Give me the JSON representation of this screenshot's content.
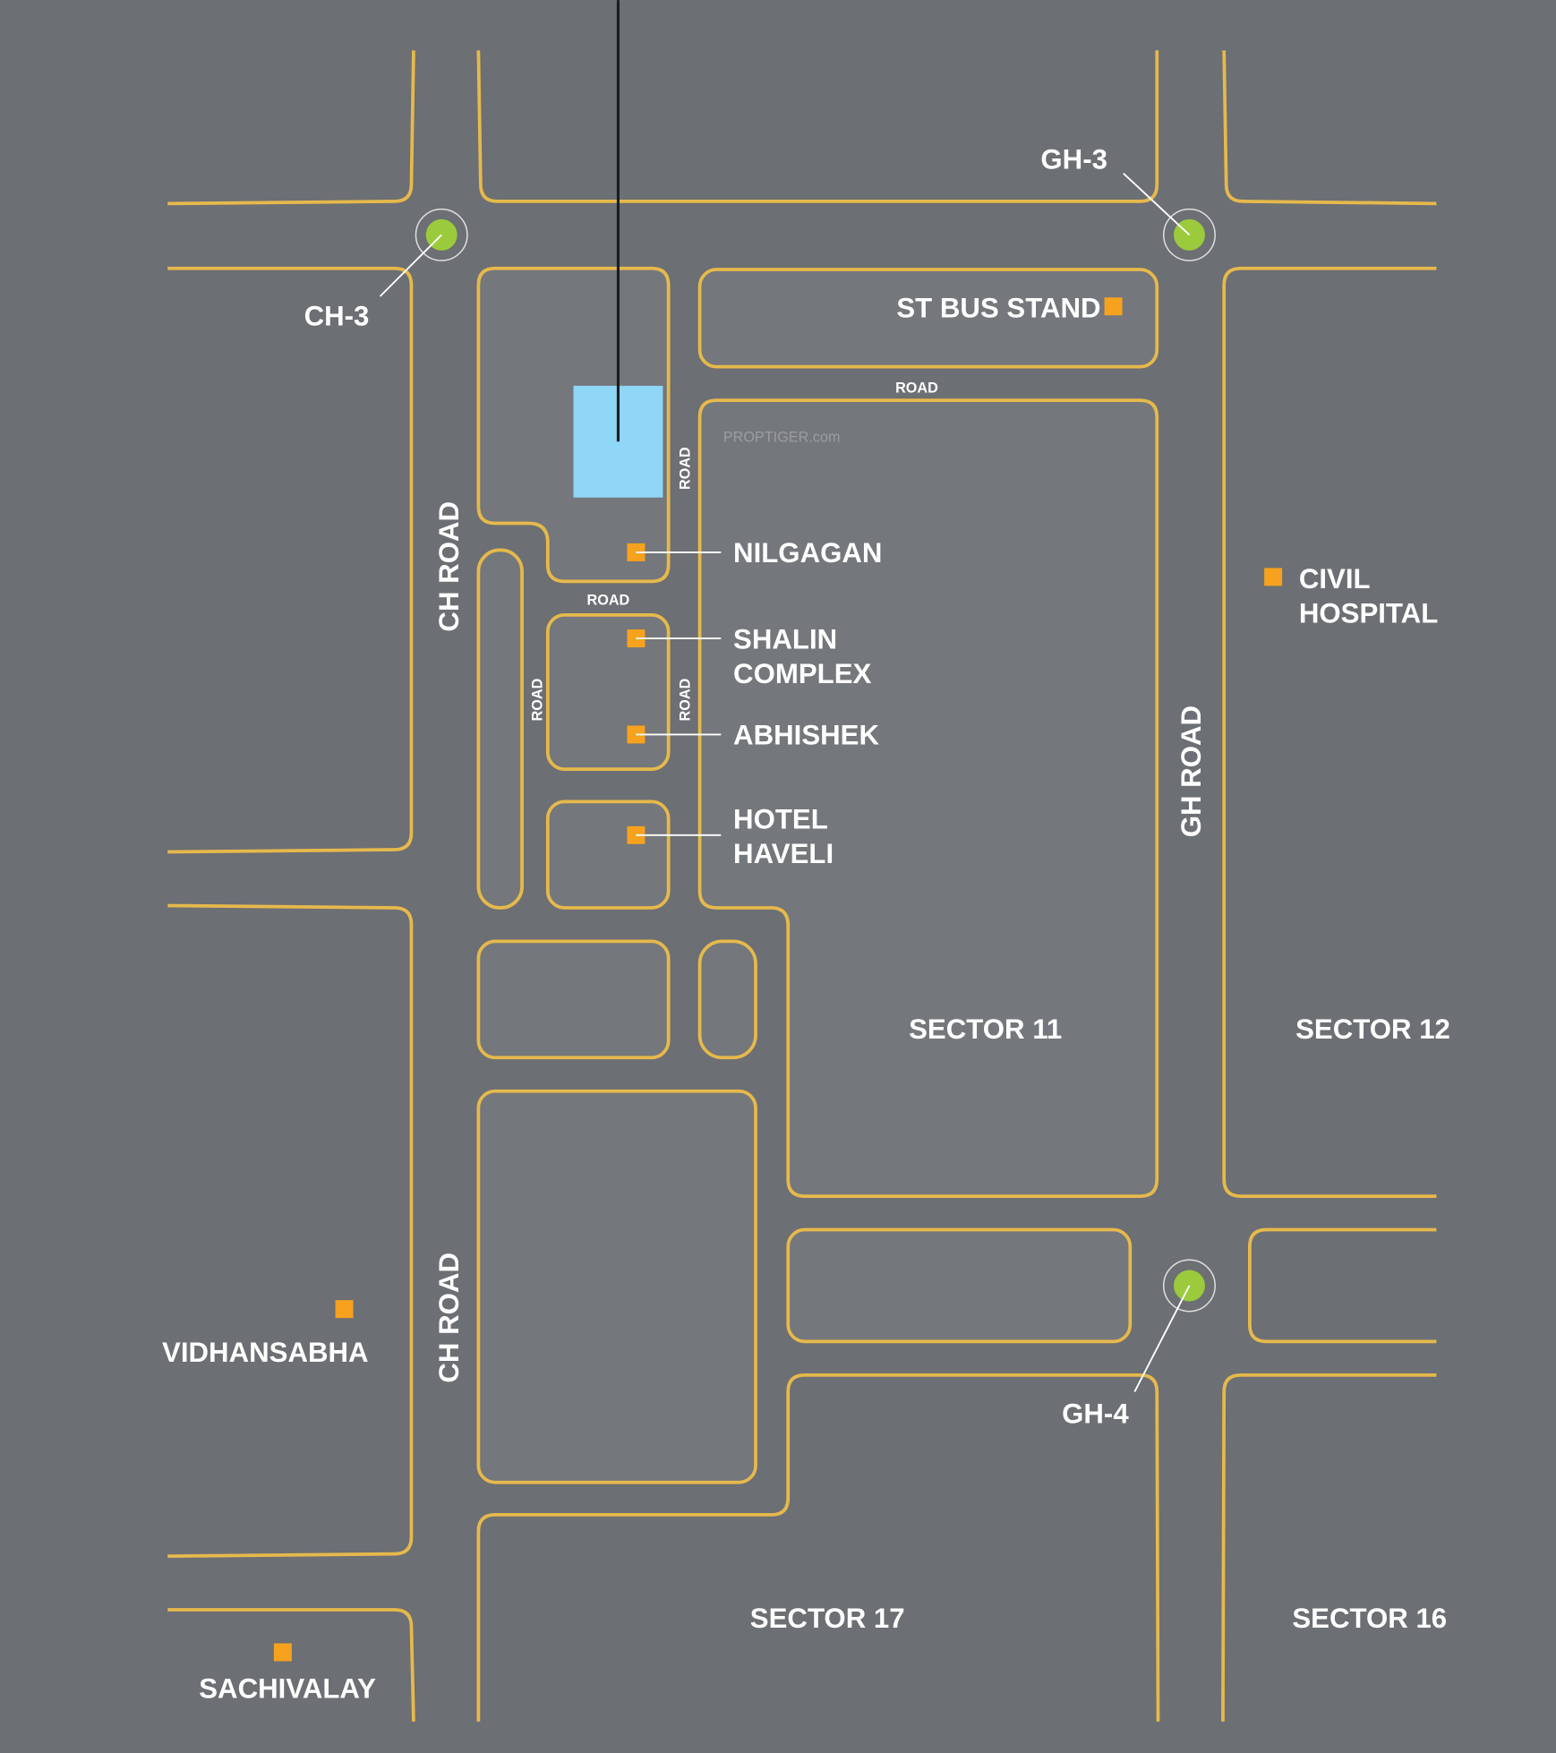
{
  "colors": {
    "background": "#6c6f73",
    "block": "#74777b",
    "road_edge": "#e6b94c",
    "project": "#8fd6f7",
    "junction": "#9bcb3c",
    "poi": "#f6a21e"
  },
  "watermark": "PROPTIGER.com",
  "junctions": {
    "ch3": "CH-3",
    "gh3": "GH-3",
    "gh4": "GH-4"
  },
  "roads": {
    "ch_road": "CH ROAD",
    "gh_road": "GH ROAD",
    "road": "ROAD"
  },
  "landmarks": {
    "st_bus_stand": "ST BUS STAND",
    "nilgagan": "NILGAGAN",
    "shalin_1": "SHALIN",
    "shalin_2": "COMPLEX",
    "abhishek": "ABHISHEK",
    "hotel_1": "HOTEL",
    "hotel_2": "HAVELI",
    "civil_1": "CIVIL",
    "civil_2": "HOSPITAL",
    "vidhansabha": "VIDHANSABHA",
    "sachivalay": "SACHIVALAY"
  },
  "sectors": {
    "s11": "SECTOR 11",
    "s12": "SECTOR 12",
    "s16": "SECTOR 16",
    "s17": "SECTOR 17"
  }
}
